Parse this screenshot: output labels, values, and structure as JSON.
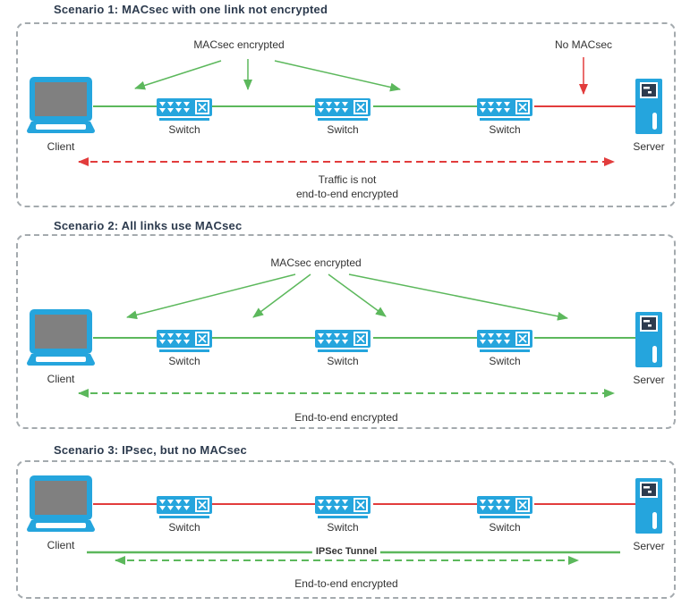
{
  "colors": {
    "device_blue": "#25a5dd",
    "screen_gray": "#808080",
    "encrypted_green": "#5cb85c",
    "unencrypted_red": "#e23c3c",
    "box_border_gray": "#a4aaae",
    "title_text": "#2d3b4e",
    "label_text": "#333333"
  },
  "scenarios": [
    {
      "title": "Scenario 1: MACsec with one link not encrypted",
      "annotations": {
        "macsec_encrypted": "MACsec encrypted",
        "no_macsec": "No MACsec",
        "note": "Traffic is not\nend-to-end encrypted"
      },
      "nodes": [
        {
          "type": "client",
          "label": "Client"
        },
        {
          "type": "switch",
          "label": "Switch"
        },
        {
          "type": "switch",
          "label": "Switch"
        },
        {
          "type": "switch",
          "label": "Switch"
        },
        {
          "type": "server",
          "label": "Server"
        }
      ],
      "links": [
        {
          "from": "Client",
          "to": "Switch 1",
          "color": "green",
          "macsec": true
        },
        {
          "from": "Switch 1",
          "to": "Switch 2",
          "color": "green",
          "macsec": true
        },
        {
          "from": "Switch 2",
          "to": "Switch 3",
          "color": "green",
          "macsec": true
        },
        {
          "from": "Switch 3",
          "to": "Server",
          "color": "red",
          "macsec": false
        }
      ]
    },
    {
      "title": "Scenario 2: All links use MACsec",
      "annotations": {
        "macsec_encrypted": "MACsec encrypted",
        "note": "End-to-end encrypted"
      },
      "nodes": [
        {
          "type": "client",
          "label": "Client"
        },
        {
          "type": "switch",
          "label": "Switch"
        },
        {
          "type": "switch",
          "label": "Switch"
        },
        {
          "type": "switch",
          "label": "Switch"
        },
        {
          "type": "server",
          "label": "Server"
        }
      ],
      "links": [
        {
          "from": "Client",
          "to": "Switch 1",
          "color": "green",
          "macsec": true
        },
        {
          "from": "Switch 1",
          "to": "Switch 2",
          "color": "green",
          "macsec": true
        },
        {
          "from": "Switch 2",
          "to": "Switch 3",
          "color": "green",
          "macsec": true
        },
        {
          "from": "Switch 3",
          "to": "Server",
          "color": "green",
          "macsec": true
        }
      ]
    },
    {
      "title": "Scenario 3: IPsec, but no MACsec",
      "annotations": {
        "ipsec_tunnel": "IPSec Tunnel",
        "note": "End-to-end encrypted"
      },
      "nodes": [
        {
          "type": "client",
          "label": "Client"
        },
        {
          "type": "switch",
          "label": "Switch"
        },
        {
          "type": "switch",
          "label": "Switch"
        },
        {
          "type": "switch",
          "label": "Switch"
        },
        {
          "type": "server",
          "label": "Server"
        }
      ],
      "links": [
        {
          "from": "Client",
          "to": "Switch 1",
          "color": "red",
          "macsec": false
        },
        {
          "from": "Switch 1",
          "to": "Switch 2",
          "color": "red",
          "macsec": false
        },
        {
          "from": "Switch 2",
          "to": "Switch 3",
          "color": "red",
          "macsec": false
        },
        {
          "from": "Switch 3",
          "to": "Server",
          "color": "red",
          "macsec": false
        }
      ]
    }
  ]
}
